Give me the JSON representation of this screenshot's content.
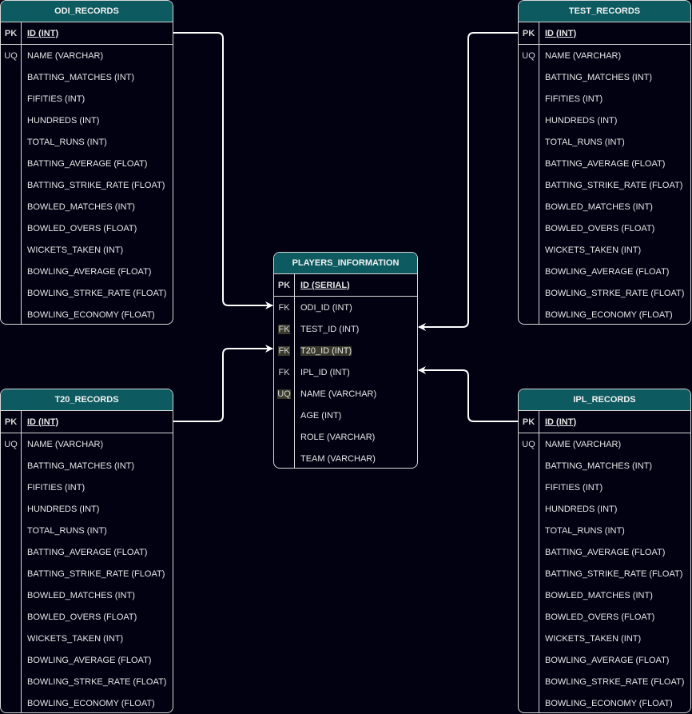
{
  "tables": {
    "odi": {
      "title": "ODI_RECORDS",
      "rows": [
        {
          "key": "PK",
          "name": "ID (INT)"
        },
        {
          "key": "UQ",
          "name": "NAME (VARCHAR)"
        },
        {
          "key": "",
          "name": "BATTING_MATCHES (INT)"
        },
        {
          "key": "",
          "name": "FIFITIES (INT)"
        },
        {
          "key": "",
          "name": "HUNDREDS (INT)"
        },
        {
          "key": "",
          "name": "TOTAL_RUNS (INT)"
        },
        {
          "key": "",
          "name": "BATTING_AVERAGE (FLOAT)"
        },
        {
          "key": "",
          "name": "BATTING_STRIKE_RATE (FLOAT)"
        },
        {
          "key": "",
          "name": "BOWLED_MATCHES (INT)"
        },
        {
          "key": "",
          "name": "BOWLED_OVERS (FLOAT)"
        },
        {
          "key": "",
          "name": "WICKETS_TAKEN (INT)"
        },
        {
          "key": "",
          "name": "BOWLING_AVERAGE (FLOAT)"
        },
        {
          "key": "",
          "name": "BOWLING_STRKE_RATE (FLOAT)"
        },
        {
          "key": "",
          "name": "BOWLING_ECONOMY (FLOAT)"
        }
      ]
    },
    "test": {
      "title": "TEST_RECORDS",
      "rows": [
        {
          "key": "PK",
          "name": "ID (INT)"
        },
        {
          "key": "UQ",
          "name": "NAME (VARCHAR)"
        },
        {
          "key": "",
          "name": "BATTING_MATCHES (INT)"
        },
        {
          "key": "",
          "name": "FIFITIES (INT)"
        },
        {
          "key": "",
          "name": "HUNDREDS (INT)"
        },
        {
          "key": "",
          "name": "TOTAL_RUNS (INT)"
        },
        {
          "key": "",
          "name": "BATTING_AVERAGE (FLOAT)"
        },
        {
          "key": "",
          "name": "BATTING_STRIKE_RATE (FLOAT)"
        },
        {
          "key": "",
          "name": "BOWLED_MATCHES (INT)"
        },
        {
          "key": "",
          "name": "BOWLED_OVERS (FLOAT)"
        },
        {
          "key": "",
          "name": "WICKETS_TAKEN (INT)"
        },
        {
          "key": "",
          "name": "BOWLING_AVERAGE (FLOAT)"
        },
        {
          "key": "",
          "name": "BOWLING_STRKE_RATE (FLOAT)"
        },
        {
          "key": "",
          "name": "BOWLING_ECONOMY (FLOAT)"
        }
      ]
    },
    "t20": {
      "title": "T20_RECORDS",
      "rows": [
        {
          "key": "PK",
          "name": "ID (INT)"
        },
        {
          "key": "UQ",
          "name": "NAME (VARCHAR)"
        },
        {
          "key": "",
          "name": "BATTING_MATCHES (INT)"
        },
        {
          "key": "",
          "name": "FIFITIES (INT)"
        },
        {
          "key": "",
          "name": "HUNDREDS (INT)"
        },
        {
          "key": "",
          "name": "TOTAL_RUNS (INT)"
        },
        {
          "key": "",
          "name": "BATTING_AVERAGE (FLOAT)"
        },
        {
          "key": "",
          "name": "BATTING_STRIKE_RATE (FLOAT)"
        },
        {
          "key": "",
          "name": "BOWLED_MATCHES (INT)"
        },
        {
          "key": "",
          "name": "BOWLED_OVERS (FLOAT)"
        },
        {
          "key": "",
          "name": "WICKETS_TAKEN (INT)"
        },
        {
          "key": "",
          "name": "BOWLING_AVERAGE (FLOAT)"
        },
        {
          "key": "",
          "name": "BOWLING_STRKE_RATE (FLOAT)"
        },
        {
          "key": "",
          "name": "BOWLING_ECONOMY (FLOAT)"
        }
      ]
    },
    "ipl": {
      "title": "IPL_RECORDS",
      "rows": [
        {
          "key": "PK",
          "name": "ID (INT)"
        },
        {
          "key": "UQ",
          "name": "NAME (VARCHAR)"
        },
        {
          "key": "",
          "name": "BATTING_MATCHES (INT)"
        },
        {
          "key": "",
          "name": "FIFITIES (INT)"
        },
        {
          "key": "",
          "name": "HUNDREDS (INT)"
        },
        {
          "key": "",
          "name": "TOTAL_RUNS (INT)"
        },
        {
          "key": "",
          "name": "BATTING_AVERAGE (FLOAT)"
        },
        {
          "key": "",
          "name": "BATTING_STRIKE_RATE (FLOAT)"
        },
        {
          "key": "",
          "name": "BOWLED_MATCHES (INT)"
        },
        {
          "key": "",
          "name": "BOWLED_OVERS (FLOAT)"
        },
        {
          "key": "",
          "name": "WICKETS_TAKEN (INT)"
        },
        {
          "key": "",
          "name": "BOWLING_AVERAGE (FLOAT)"
        },
        {
          "key": "",
          "name": "BOWLING_STRKE_RATE (FLOAT)"
        },
        {
          "key": "",
          "name": "BOWLING_ECONOMY (FLOAT)"
        }
      ]
    },
    "players": {
      "title": "PLAYERS_INFORMATION",
      "rows": [
        {
          "key": "PK",
          "name": "ID (SERIAL)"
        },
        {
          "key": "FK",
          "name": "ODI_ID (INT)"
        },
        {
          "key": "FK",
          "name": "TEST_ID (INT)"
        },
        {
          "key": "FK",
          "name": "T20_ID (INT)"
        },
        {
          "key": "FK",
          "name": "IPL_ID (INT)"
        },
        {
          "key": "UQ",
          "name": "NAME (VARCHAR)"
        },
        {
          "key": "",
          "name": "AGE (INT)"
        },
        {
          "key": "",
          "name": "ROLE (VARCHAR)"
        },
        {
          "key": "",
          "name": "TEAM (VARCHAR)"
        }
      ]
    }
  },
  "colors": {
    "background": "#010112",
    "header": "#0d5a60",
    "border": "#d8d8d8",
    "connector": "#ffffff"
  }
}
